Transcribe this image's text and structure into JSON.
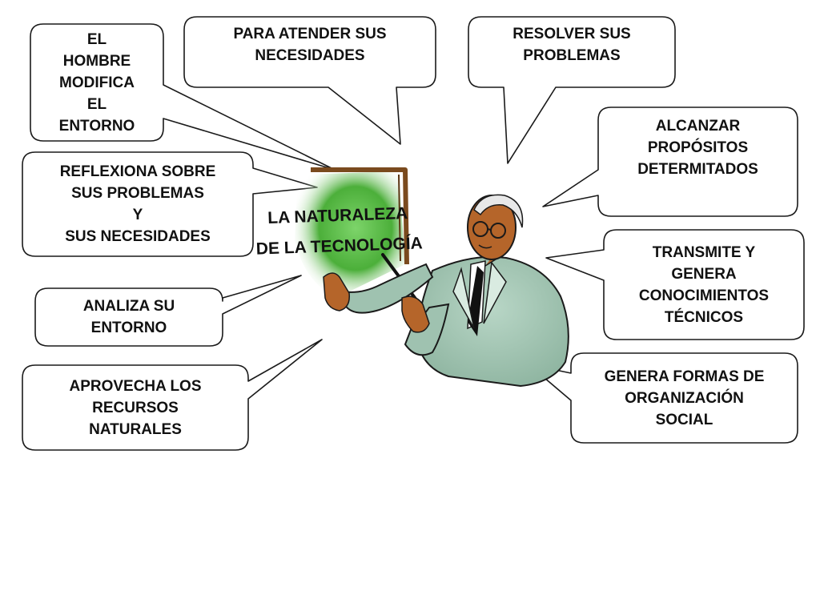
{
  "board": {
    "title_line1": "LA NATURALEZA",
    "title_line2": "DE LA TECNOLOGÍA"
  },
  "bubbles": [
    {
      "name": "bubble-hombre-modifica-entorno",
      "text": "EL\nHOMBRE\nMODIFICA\nEL\nENTORNO"
    },
    {
      "name": "bubble-atender-necesidades",
      "text": "PARA ATENDER SUS\nNECESIDADES"
    },
    {
      "name": "bubble-resolver-problemas",
      "text": "RESOLVER SUS\nPROBLEMAS"
    },
    {
      "name": "bubble-alcanzar-propositos",
      "text": "ALCANZAR\nPROPÓSITOS\nDETERMITADOS"
    },
    {
      "name": "bubble-reflexiona",
      "text": "REFLEXIONA SOBRE\nSUS PROBLEMAS\nY\nSUS NECESIDADES"
    },
    {
      "name": "bubble-transmite-conocimientos",
      "text": "TRANSMITE Y\nGENERA\nCONOCIMIENTOS\nTÉCNICOS"
    },
    {
      "name": "bubble-analiza-entorno",
      "text": "ANALIZA SU\nENTORNO"
    },
    {
      "name": "bubble-aprovecha-recursos",
      "text": "APROVECHA LOS\nRECURSOS\nNATURALES"
    },
    {
      "name": "bubble-organizacion-social",
      "text": "GENERA FORMAS DE\nORGANIZACIÓN\nSOCIAL"
    }
  ],
  "colors": {
    "board_green": "#4caf3a",
    "board_frame": "#7a4a1e",
    "skin": "#b5652a",
    "suit": "#9fc2b0",
    "outline": "#1a1a1a"
  }
}
